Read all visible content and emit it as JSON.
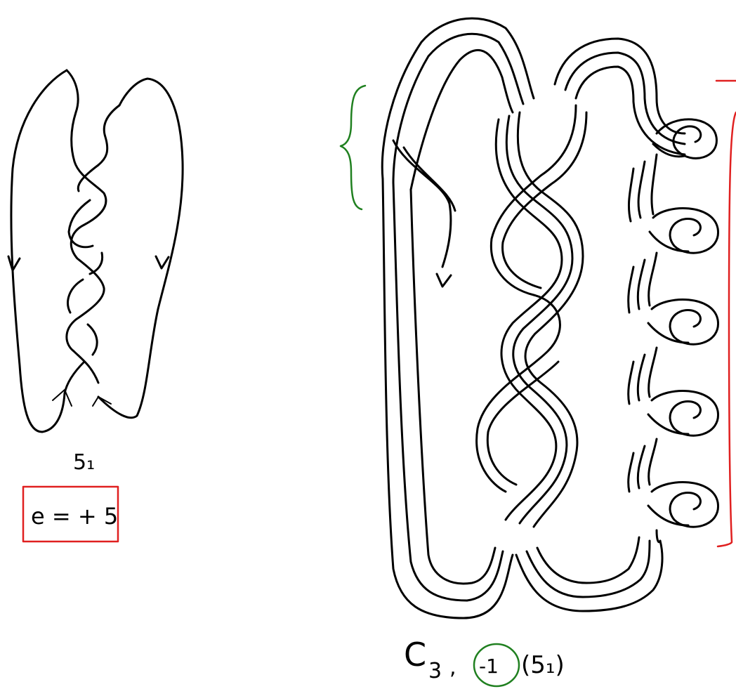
{
  "left_figure": {
    "knot_label": "5₁",
    "writhe_label": "e = + 5",
    "box_color": "#e02020"
  },
  "right_figure": {
    "cable_label_prefix": "C",
    "cable_p": "3",
    "cable_separator": ",",
    "cable_q": "-1",
    "cable_knot": "(5₁)",
    "q_circle_color": "#208020",
    "bracket_left_color": "#208020",
    "bracket_right_color": "#e02020"
  },
  "ink_color": "#000000"
}
